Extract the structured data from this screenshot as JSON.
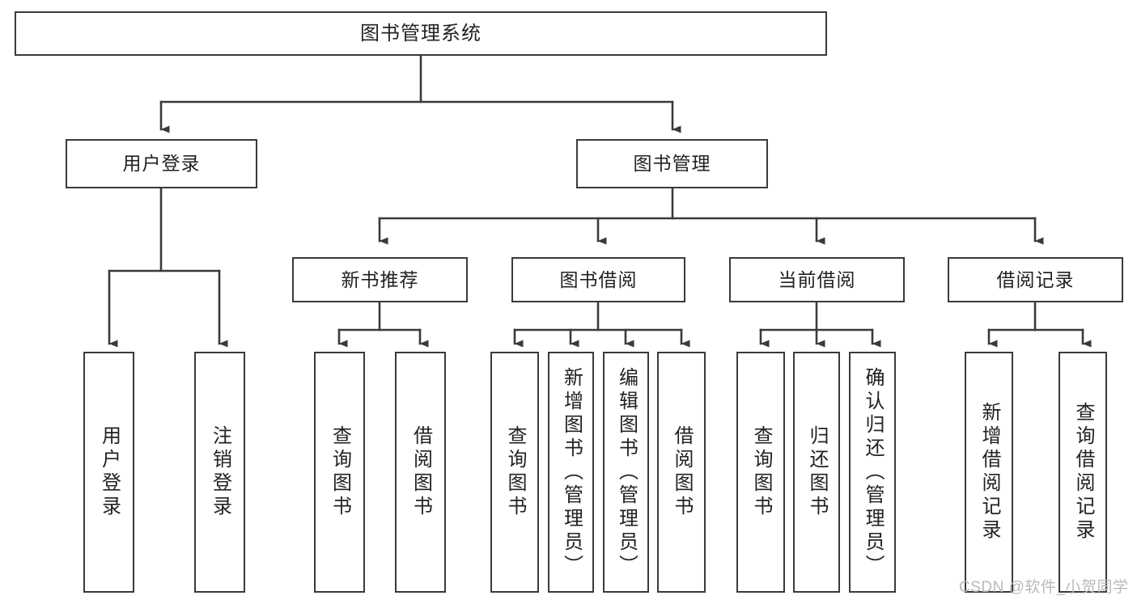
{
  "diagram": {
    "title": "图书管理系统",
    "type": "tree-hierarchy-diagram",
    "colors": {
      "background": "#ffffff",
      "stroke": "#3a3a3a",
      "text": "#222222",
      "watermark": "#b9b9b9"
    },
    "root": {
      "label": "图书管理系统"
    },
    "level2": [
      {
        "label": "用户登录"
      },
      {
        "label": "图书管理"
      }
    ],
    "level3": [
      {
        "label": "新书推荐"
      },
      {
        "label": "图书借阅"
      },
      {
        "label": "当前借阅"
      },
      {
        "label": "借阅记录"
      }
    ],
    "leaves": {
      "user_login": [
        {
          "label": "用户登录"
        },
        {
          "label": "注销登录"
        }
      ],
      "new_book_recommend": [
        {
          "label": "查询图书"
        },
        {
          "label": "借阅图书"
        }
      ],
      "book_borrow": [
        {
          "label": "查询图书"
        },
        {
          "label": "新增图书（管理员）"
        },
        {
          "label": "编辑图书（管理员）"
        },
        {
          "label": "借阅图书"
        }
      ],
      "current_borrow": [
        {
          "label": "查询图书"
        },
        {
          "label": "归还图书"
        },
        {
          "label": "确认归还（管理员）"
        }
      ],
      "borrow_record": [
        {
          "label": "新增借阅记录"
        },
        {
          "label": "查询借阅记录"
        }
      ]
    }
  },
  "watermark": {
    "text": "CSDN @软件_小贺同学"
  }
}
